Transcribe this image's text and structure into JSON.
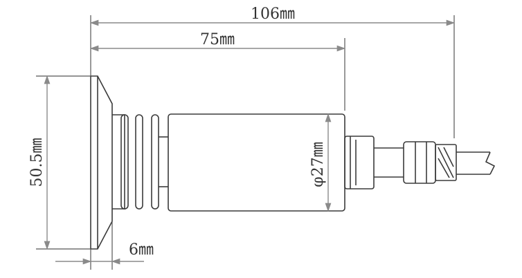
{
  "dimensions": {
    "overall_length": "106㎜",
    "body_length": "75㎜",
    "flange_height": "50.5㎜",
    "body_diameter": "φ27㎜",
    "flange_thickness": "6㎜"
  },
  "colors": {
    "line": "#3a3a3a",
    "dimension": "#8a8a8a",
    "background": "#ffffff"
  }
}
